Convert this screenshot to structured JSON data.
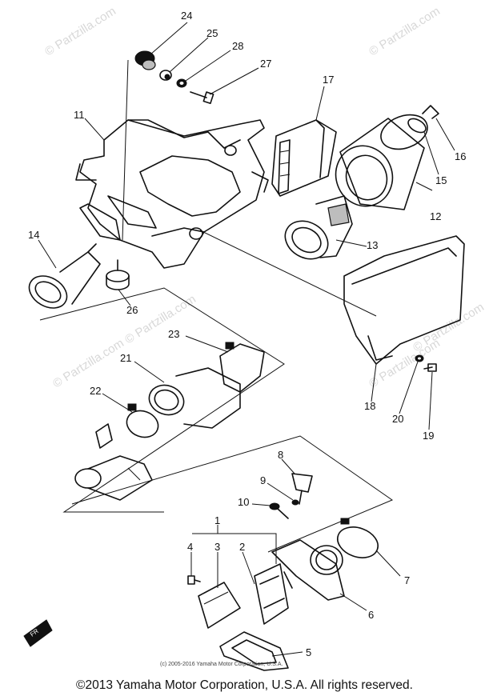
{
  "watermarks": [
    "© Partzilla.com",
    "© Partzilla.com",
    "© Partzilla.com",
    "© Partzilla.com",
    "© Partzilla.com",
    "© Partzilla.com"
  ],
  "part_labels": [
    "1",
    "2",
    "3",
    "4",
    "5",
    "6",
    "7",
    "8",
    "9",
    "10",
    "11",
    "12",
    "13",
    "14",
    "15",
    "16",
    "17",
    "18",
    "19",
    "20",
    "21",
    "22",
    "23",
    "24",
    "25",
    "26",
    "27",
    "28"
  ],
  "inner_copyright": "(c) 2005-2016 Yamaha Motor Corporation, U.S.A.",
  "footer_copyright": "©2013 Yamaha Motor Corporation, U.S.A. All rights reserved."
}
